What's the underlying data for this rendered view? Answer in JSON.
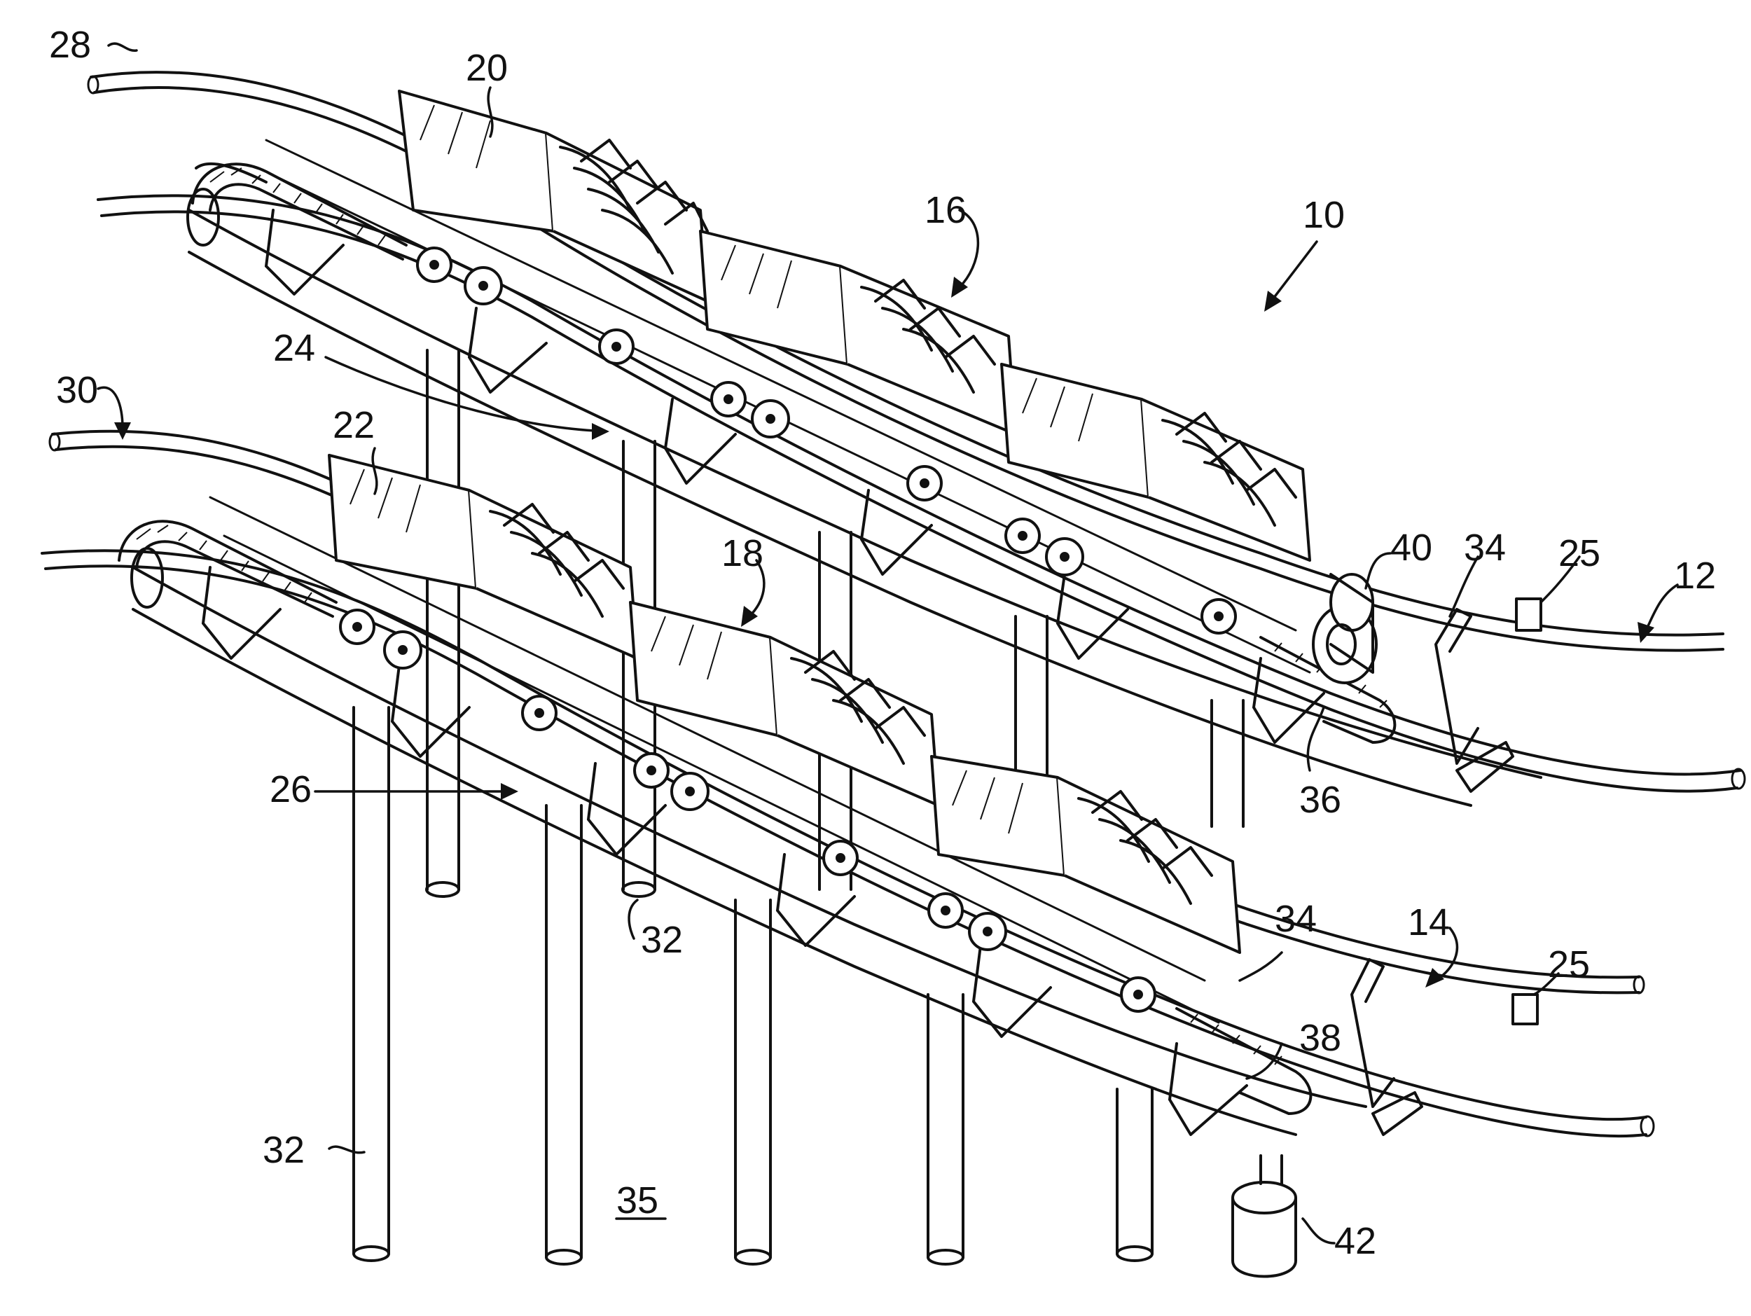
{
  "figure": {
    "labels": [
      {
        "id": "l28",
        "text": "28"
      },
      {
        "id": "l20",
        "text": "20"
      },
      {
        "id": "l16",
        "text": "16"
      },
      {
        "id": "l10",
        "text": "10"
      },
      {
        "id": "l24",
        "text": "24"
      },
      {
        "id": "l30",
        "text": "30"
      },
      {
        "id": "l22",
        "text": "22"
      },
      {
        "id": "l18",
        "text": "18"
      },
      {
        "id": "l40",
        "text": "40"
      },
      {
        "id": "l34a",
        "text": "34"
      },
      {
        "id": "l25a",
        "text": "25"
      },
      {
        "id": "l12",
        "text": "12"
      },
      {
        "id": "l36",
        "text": "36"
      },
      {
        "id": "l26",
        "text": "26"
      },
      {
        "id": "l32a",
        "text": "32"
      },
      {
        "id": "l34b",
        "text": "34"
      },
      {
        "id": "l14",
        "text": "14"
      },
      {
        "id": "l25b",
        "text": "25"
      },
      {
        "id": "l38",
        "text": "38"
      },
      {
        "id": "l32b",
        "text": "32"
      },
      {
        "id": "l35",
        "text": "35"
      },
      {
        "id": "l42",
        "text": "42"
      }
    ]
  }
}
